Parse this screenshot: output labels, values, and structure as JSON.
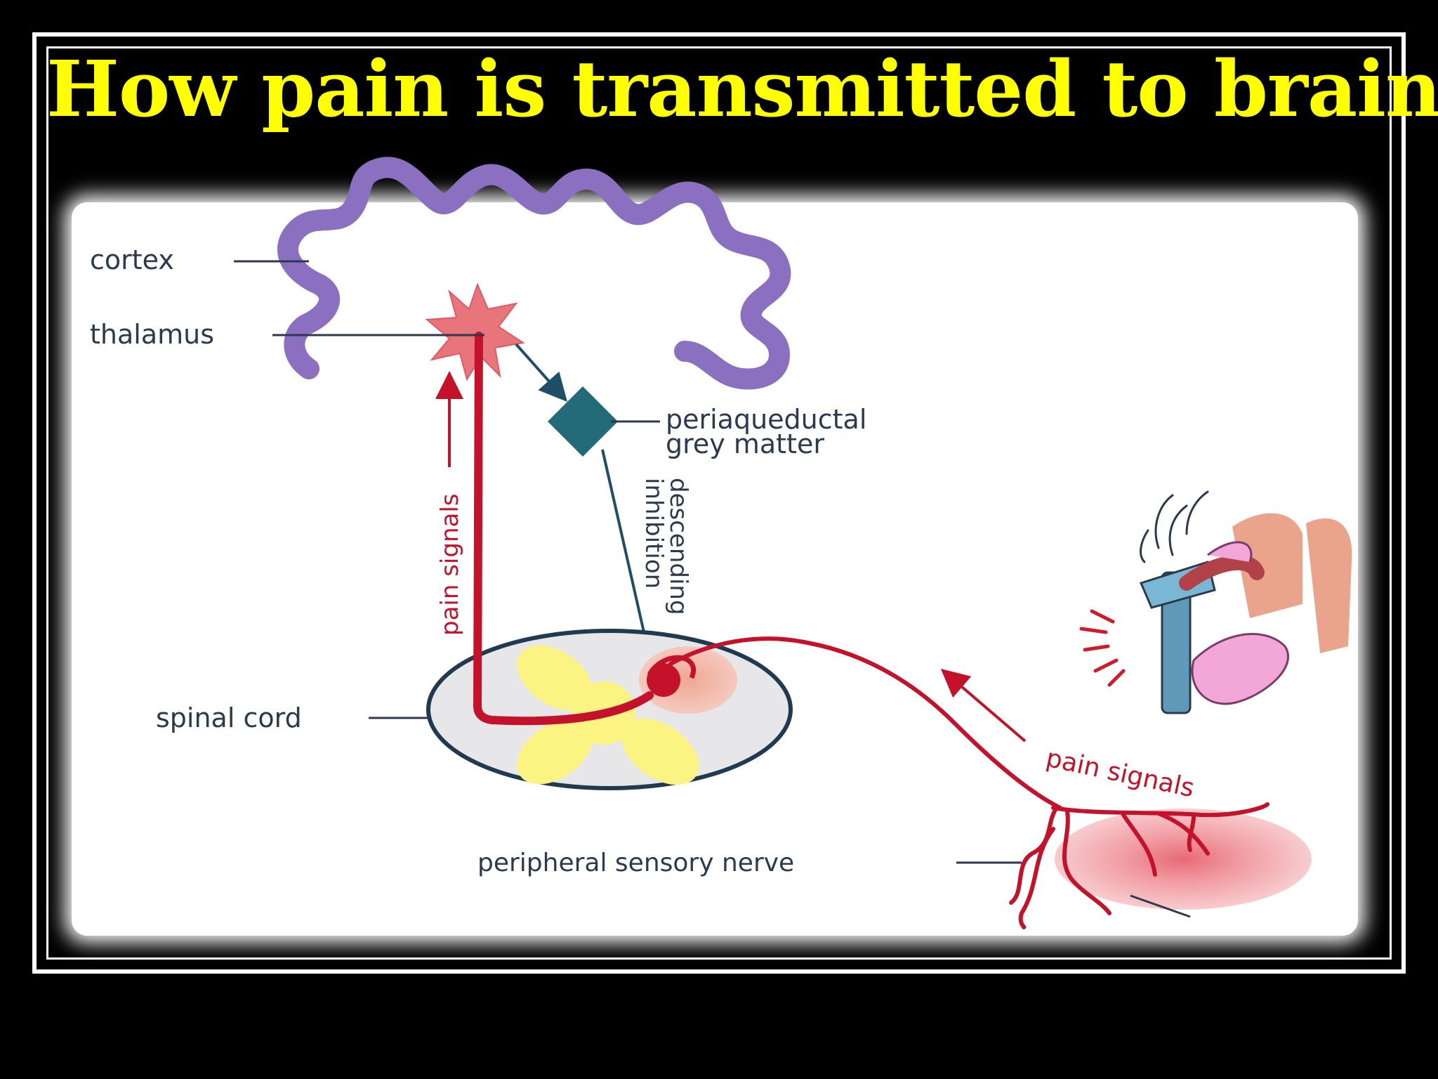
{
  "slide": {
    "title": "How pain is transmitted to brain"
  },
  "labels": {
    "cortex": "cortex",
    "thalamus": "thalamus",
    "pag_line1": "periaqueductal",
    "pag_line2": "grey matter",
    "descending_line1": "descending",
    "descending_line2": "inhibition",
    "pain_signals_up": "pain signals",
    "spinal_cord": "spinal cord",
    "pain_signals_nerve": "pain signals",
    "peripheral_nerve": "peripheral sensory nerve"
  },
  "colors": {
    "title": "#ffff00",
    "cortex": "#8b6fc0",
    "pain_path": "#c4122a",
    "pag": "#236b79",
    "thalamus": "#e8747c"
  }
}
